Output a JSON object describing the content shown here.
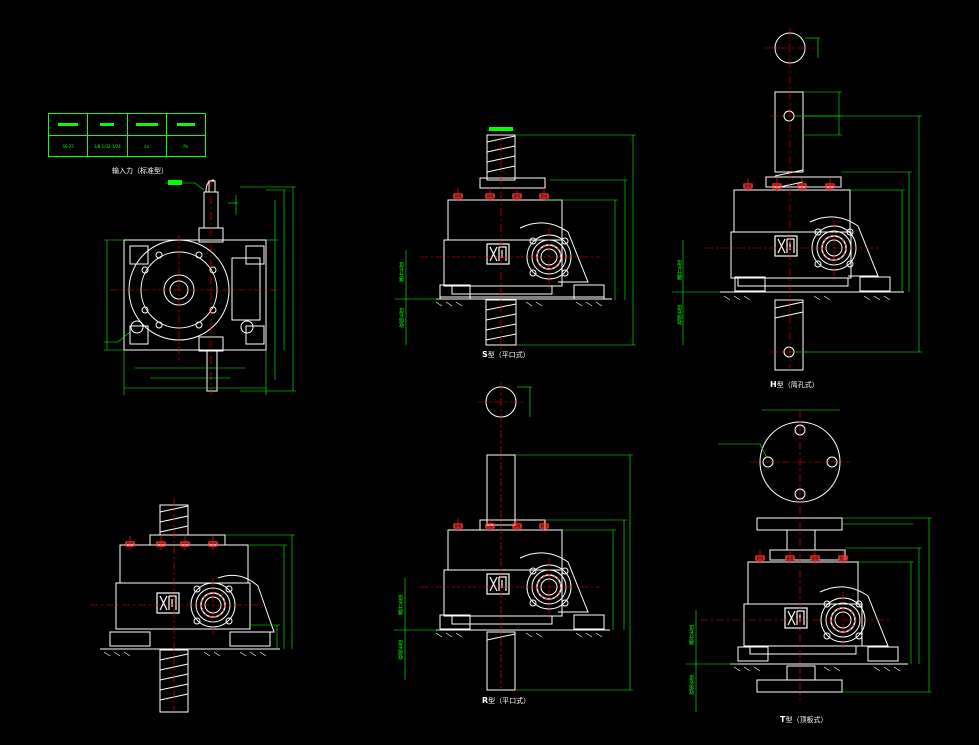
{
  "colors": {
    "background": "#000000",
    "outline": "#ffffff",
    "dimension": "#00ff00",
    "centerline": "#ff0000",
    "bolt": "#ff3333"
  },
  "spec_table": {
    "row2": [
      "SS-27",
      "1/8  1/32  1/24",
      "¢¢",
      "P¢"
    ]
  },
  "input_caption": "输入力（标准型）",
  "views": {
    "s_type": {
      "letter": "S",
      "caption": "型（平口式）"
    },
    "h_type": {
      "letter": "H",
      "caption": "型（简孔式）"
    },
    "r_type": {
      "letter": "R",
      "caption": "型（平口式）"
    },
    "t_type": {
      "letter": "T",
      "caption": "型（顶板式）"
    }
  },
  "stroke_labels": {
    "upper": "展开长度",
    "lower": "收缩长度"
  }
}
